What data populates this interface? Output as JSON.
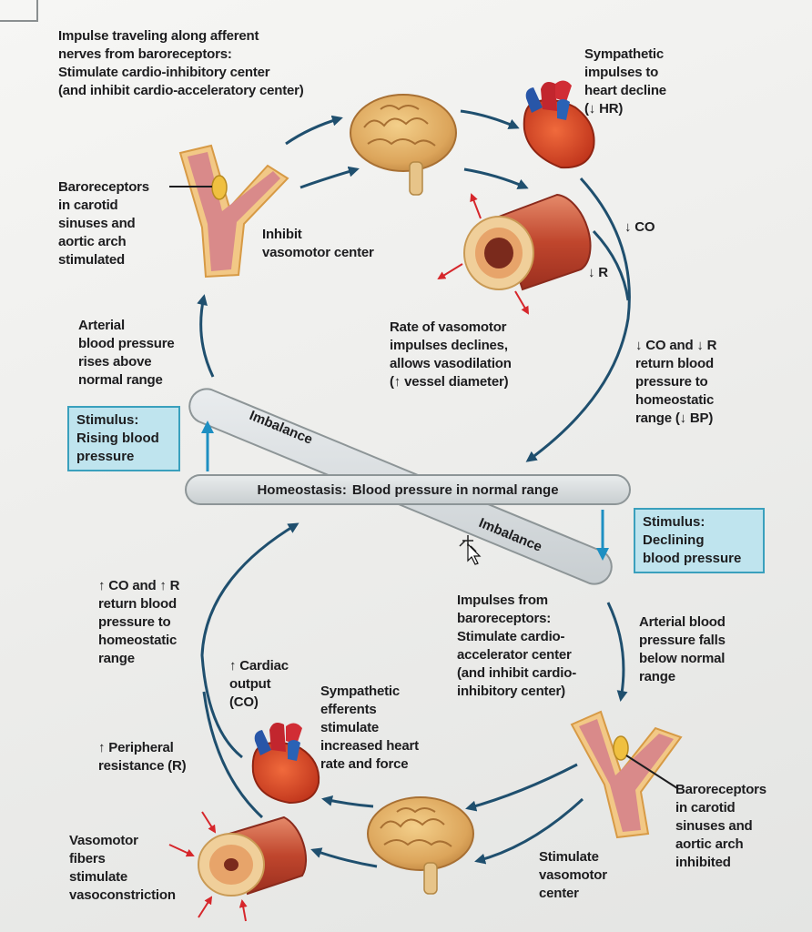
{
  "homeostasis": {
    "heading": "Homeostasis:",
    "text": "Blood pressure in normal range"
  },
  "imbalance_label": "Imbalance",
  "stimulus_rising": "Stimulus:\nRising blood\npressure",
  "stimulus_declining": "Stimulus:\nDeclining\nblood pressure",
  "top_loop": {
    "afferent_heading": "Impulse traveling along afferent\nnerves from baroreceptors:",
    "afferent_body": "Stimulate cardio-inhibitory center\n(and inhibit cardio-acceleratory center)",
    "sympathetic_decline": "Sympathetic\nimpulses to\nheart decline\n(↓ HR)",
    "baroreceptors_stimulated": "Baroreceptors\nin carotid\nsinuses and\naortic arch\nstimulated",
    "inhibit_vasomotor": "Inhibit\nvasomotor center",
    "decrease_co": "↓ CO",
    "decrease_r": "↓ R",
    "vasomotor_declines": "Rate of vasomotor\nimpulses declines,\nallows vasodilation\n(↑ vessel diameter)",
    "co_r_return": "↓ CO and ↓ R\nreturn blood\npressure to\nhomeostatic\nrange (↓ BP)",
    "pressure_rises": "Arterial\nblood pressure\nrises above\nnormal range"
  },
  "bottom_loop": {
    "co_r_return": "↑ CO and ↑ R\nreturn blood\npressure to\nhomeostatic\nrange",
    "afferent_heading": "Impulses from\nbaroreceptors:",
    "afferent_body": "Stimulate cardio-\naccelerator center\n(and inhibit cardio-\ninhibitory center)",
    "pressure_falls": "Arterial blood\npressure falls\nbelow normal\nrange",
    "cardiac_output": "↑ Cardiac\noutput\n(CO)",
    "sympathetic_efferents": "Sympathetic\nefferents\nstimulate\nincreased heart\nrate and force",
    "peripheral_resistance": "↑ Peripheral\nresistance (R)",
    "baroreceptors_inhibited": "Baroreceptors\nin carotid\nsinuses and\naortic arch\ninhibited",
    "vasomotor_fibers": "Vasomotor\nfibers\nstimulate\nvasoconstriction",
    "stimulate_vasomotor": "Stimulate\nvasomotor\ncenter"
  },
  "colors": {
    "stimulus_box_fill": "#bfe4ee",
    "stimulus_box_border": "#3aa0bd",
    "stimulus_arrow": "#1e8fc2",
    "flow_arrow": "#1f4f6e",
    "vessel_arrow": "#d6262b"
  }
}
